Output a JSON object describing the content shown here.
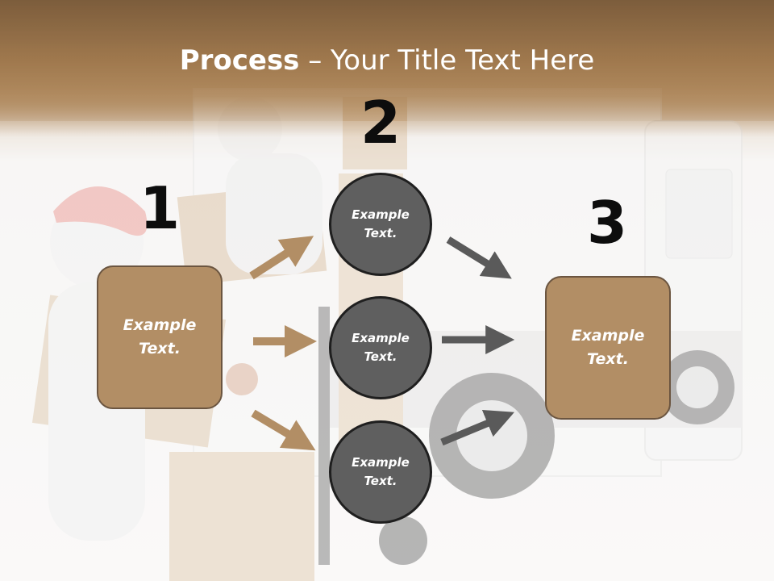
{
  "title": {
    "bold": "Process",
    "rest": " – Your Title Text Here"
  },
  "steps": [
    {
      "number": "1",
      "text_line1": "Example",
      "text_line2": "Text."
    },
    {
      "number": "2"
    },
    {
      "number": "3",
      "text_line1": "Example",
      "text_line2": "Text."
    }
  ],
  "circles": [
    {
      "text_line1": "Example",
      "text_line2": "Text."
    },
    {
      "text_line1": "Example",
      "text_line2": "Text."
    },
    {
      "text_line1": "Example",
      "text_line2": "Text."
    }
  ],
  "colors": {
    "box_fill": "#b28e65",
    "circle_fill": "#5f5f5f",
    "arrow_left": "#b28e65",
    "arrow_right": "#5a5a5a",
    "header": "#9b7449"
  }
}
